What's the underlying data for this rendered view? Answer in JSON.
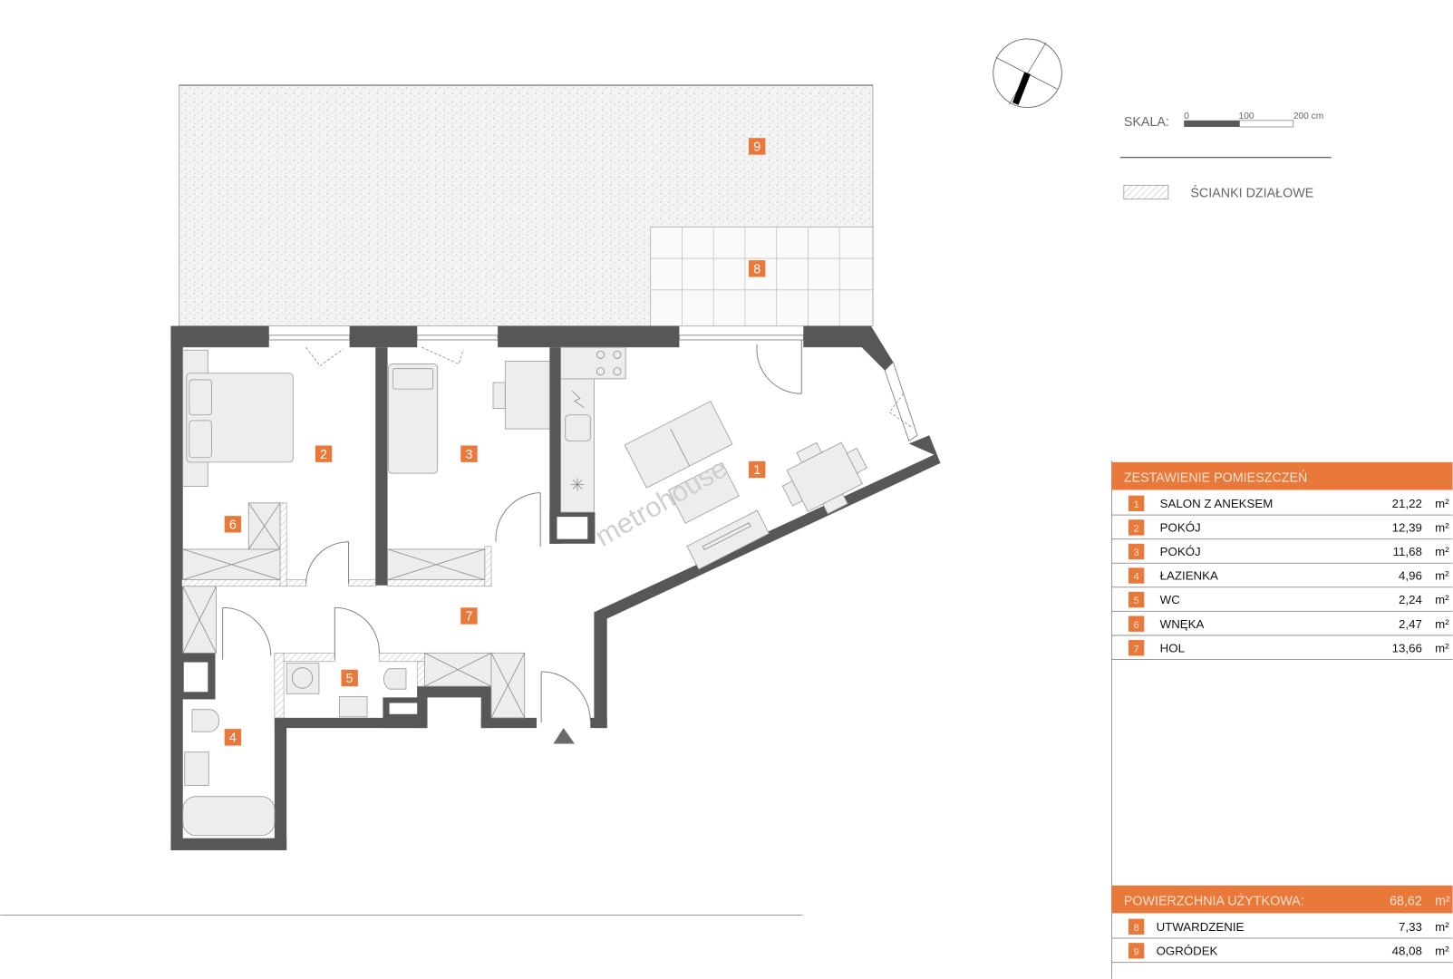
{
  "legend": {
    "scale_label": "SKALA:",
    "scale_ticks": [
      "0",
      "100",
      "200 cm"
    ],
    "partition_label": "ŚCIANKI DZIAŁOWE"
  },
  "watermark": "metrohouse",
  "table": {
    "title": "ZESTAWIENIE POMIESZCZEŃ",
    "unit": "m²",
    "rooms": [
      {
        "num": "1",
        "name": "SALON Z ANEKSEM",
        "area": "21,22"
      },
      {
        "num": "2",
        "name": "POKÓJ",
        "area": "12,39"
      },
      {
        "num": "3",
        "name": "POKÓJ",
        "area": "11,68"
      },
      {
        "num": "4",
        "name": "ŁAZIENKA",
        "area": "4,96"
      },
      {
        "num": "5",
        "name": "WC",
        "area": "2,24"
      },
      {
        "num": "6",
        "name": "WNĘKA",
        "area": "2,47"
      },
      {
        "num": "7",
        "name": "HOL",
        "area": "13,66"
      }
    ],
    "total_label": "POWIERZCHNIA UŻYTKOWA:",
    "total_area": "68,62",
    "extras": [
      {
        "num": "8",
        "name": "UTWARDZENIE",
        "area": "7,33"
      },
      {
        "num": "9",
        "name": "OGRÓDEK",
        "area": "48,08"
      }
    ]
  },
  "colors": {
    "accent": "#E8793A",
    "wall": "#575757"
  }
}
